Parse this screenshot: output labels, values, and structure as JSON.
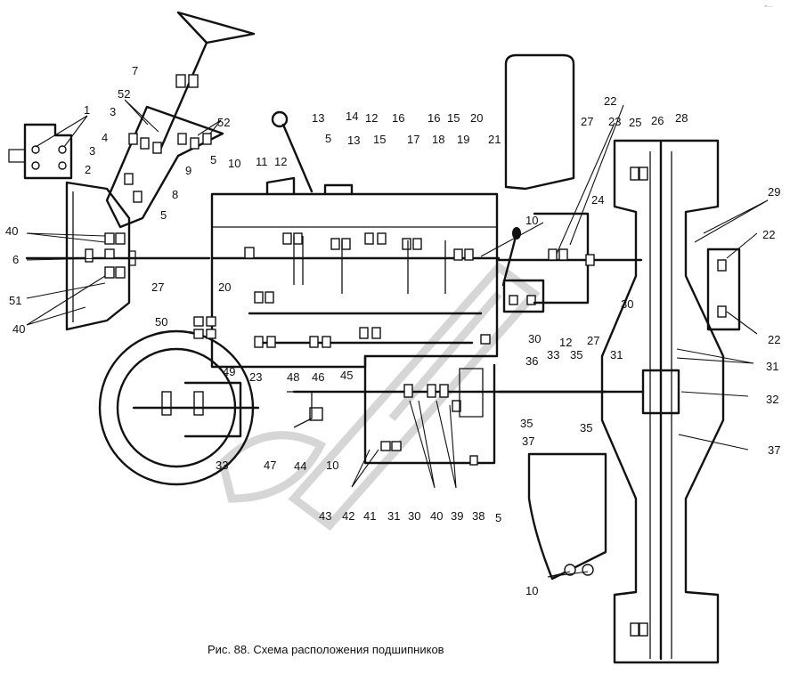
{
  "caption": "Рис. 88. Схема расположения подшипников",
  "corner_mark": "ˢᵗ···",
  "callouts": [
    "1",
    "2",
    "3",
    "4",
    "5",
    "6",
    "7",
    "8",
    "9",
    "10",
    "11",
    "12",
    "13",
    "14",
    "15",
    "16",
    "17",
    "18",
    "19",
    "20",
    "21",
    "22",
    "23",
    "24",
    "25",
    "26",
    "27",
    "28",
    "29",
    "30",
    "31",
    "32",
    "33",
    "35",
    "36",
    "37",
    "38",
    "39",
    "40",
    "41",
    "42",
    "43",
    "44",
    "45",
    "46",
    "47",
    "48",
    "49",
    "50",
    "51",
    "52"
  ]
}
